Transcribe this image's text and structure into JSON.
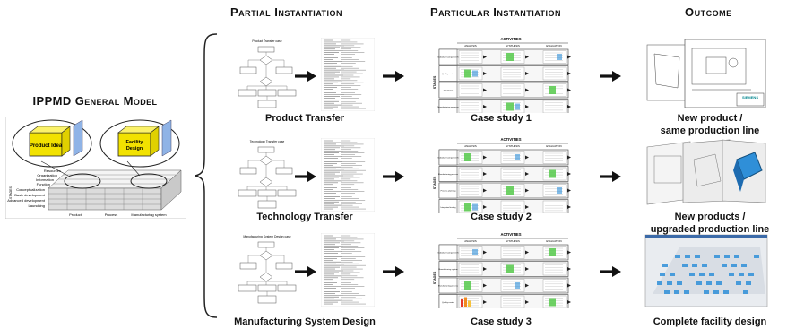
{
  "headers": {
    "partial": "Partial Instantiation",
    "particular": "Particular Instantiation",
    "outcome": "Outcome"
  },
  "model": {
    "title": "IPPMD General Model",
    "box_left": "Product Idea",
    "box_right": "Facility Design",
    "side_labels": [
      "Resources",
      "Organization",
      "Information",
      "Function"
    ],
    "stage_labels": [
      "Conceptualization",
      "Basic development",
      "Advanced development",
      "Launching"
    ],
    "stage_axis": "STAGES",
    "bottom_labels": [
      "Product",
      "Process",
      "Manufacturing system"
    ]
  },
  "rows": [
    {
      "partial_label": "Product Transfer",
      "doc_title": "Product Transfer case",
      "case_label": "Case study 1",
      "case_stages": [
        "Individual Component Specification",
        "Quality control",
        "Installation",
        "Manufacturing and assembly"
      ],
      "outcome_label_1": "New product /",
      "outcome_label_2": "same production line"
    },
    {
      "partial_label": "Technology Transfer",
      "doc_title": "Technology Transfer case",
      "case_label": "Case study 2",
      "case_stages": [
        "Individual Component Specification",
        "Manufacturing process",
        "Process planning",
        "Integrated testing"
      ],
      "outcome_label_1": "New products /",
      "outcome_label_2": "upgraded production line"
    },
    {
      "partial_label": "Manufacturing System Design",
      "doc_title": "Manufacturing System Design case",
      "case_label": "Case study 3",
      "case_stages": [
        "Individual Component Specification",
        "Manufacturing system",
        "Manufacturing process",
        "Quality control"
      ],
      "outcome_label_1": "Complete facility design",
      "outcome_label_2": ""
    }
  ],
  "case_table": {
    "activities": "ACTIVITIES",
    "cols": [
      "ANALYSIS",
      "SYNTHESIS",
      "EVALUATION"
    ],
    "stages": "STAGES"
  },
  "outcome_brand": "SIEMENS",
  "colors": {
    "product_box": "#f2e200",
    "facility_box": "#f2e200",
    "accent_green": "#55c94a",
    "accent_blue": "#2f8fd8",
    "accent_red": "#e53a2a"
  }
}
